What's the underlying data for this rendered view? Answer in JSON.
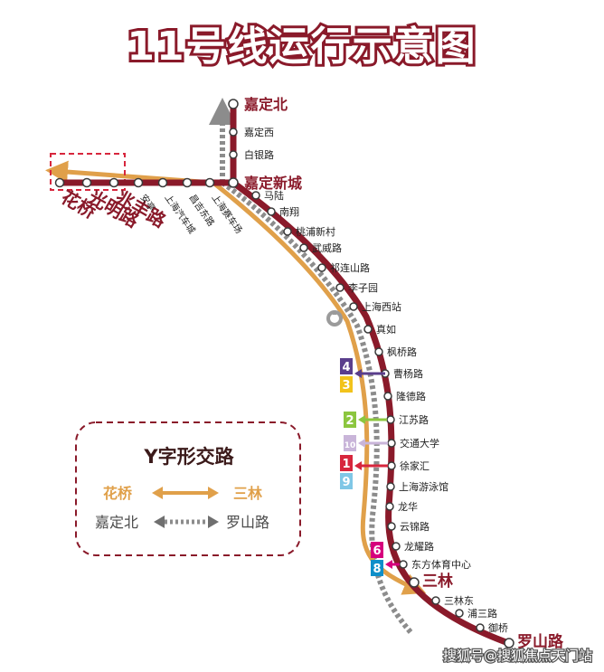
{
  "title": "11号线运行示意图",
  "colors": {
    "line": "#8a1a2a",
    "route_orange": "#e0a04a",
    "route_gray": "#8c8c8c",
    "title_fill": "#ffffff",
    "title_stroke": "#8a1a2a",
    "legend_border": "#8a1a2a",
    "l4": "#5a3e8c",
    "l3": "#f2c31b",
    "l2": "#8cc63f",
    "l10": "#c9b5d9",
    "l1": "#d7263d",
    "l9": "#7fc7e6",
    "l6": "#d6007d",
    "l8": "#0f8fc9"
  },
  "stations_trunk": [
    "马陆",
    "南翔",
    "桃浦新村",
    "武威路",
    "祁连山路",
    "李子园",
    "上海西站",
    "真如",
    "枫桥路",
    "曹杨路",
    "隆德路",
    "江苏路",
    "交通大学",
    "徐家汇",
    "上海游泳馆",
    "龙华",
    "云锦路",
    "龙耀路",
    "东方体育中心",
    "三林",
    "三林东",
    "浦三路",
    "御桥",
    "罗山路"
  ],
  "stations_north": [
    "嘉定北",
    "嘉定西",
    "白银路",
    "嘉定新城"
  ],
  "stations_branch": [
    "花桥",
    "光明路",
    "兆丰路",
    "安亭",
    "上海汽车城",
    "昌吉东路",
    "上海赛车场"
  ],
  "transfers": [
    {
      "top": "4",
      "bottom": "3"
    },
    {
      "top": "2"
    },
    {
      "top": "10"
    },
    {
      "top": "1",
      "bottom": "9"
    },
    {
      "top": "6",
      "bottom": "8"
    }
  ],
  "legend": {
    "title": "Y字形交路",
    "row1_left": "花桥",
    "row1_right": "三林",
    "row2_left": "嘉定北",
    "row2_right": "罗山路"
  },
  "watermark": "搜狐号@搜狐焦点天门站",
  "rail_icon": "railway-station-icon"
}
